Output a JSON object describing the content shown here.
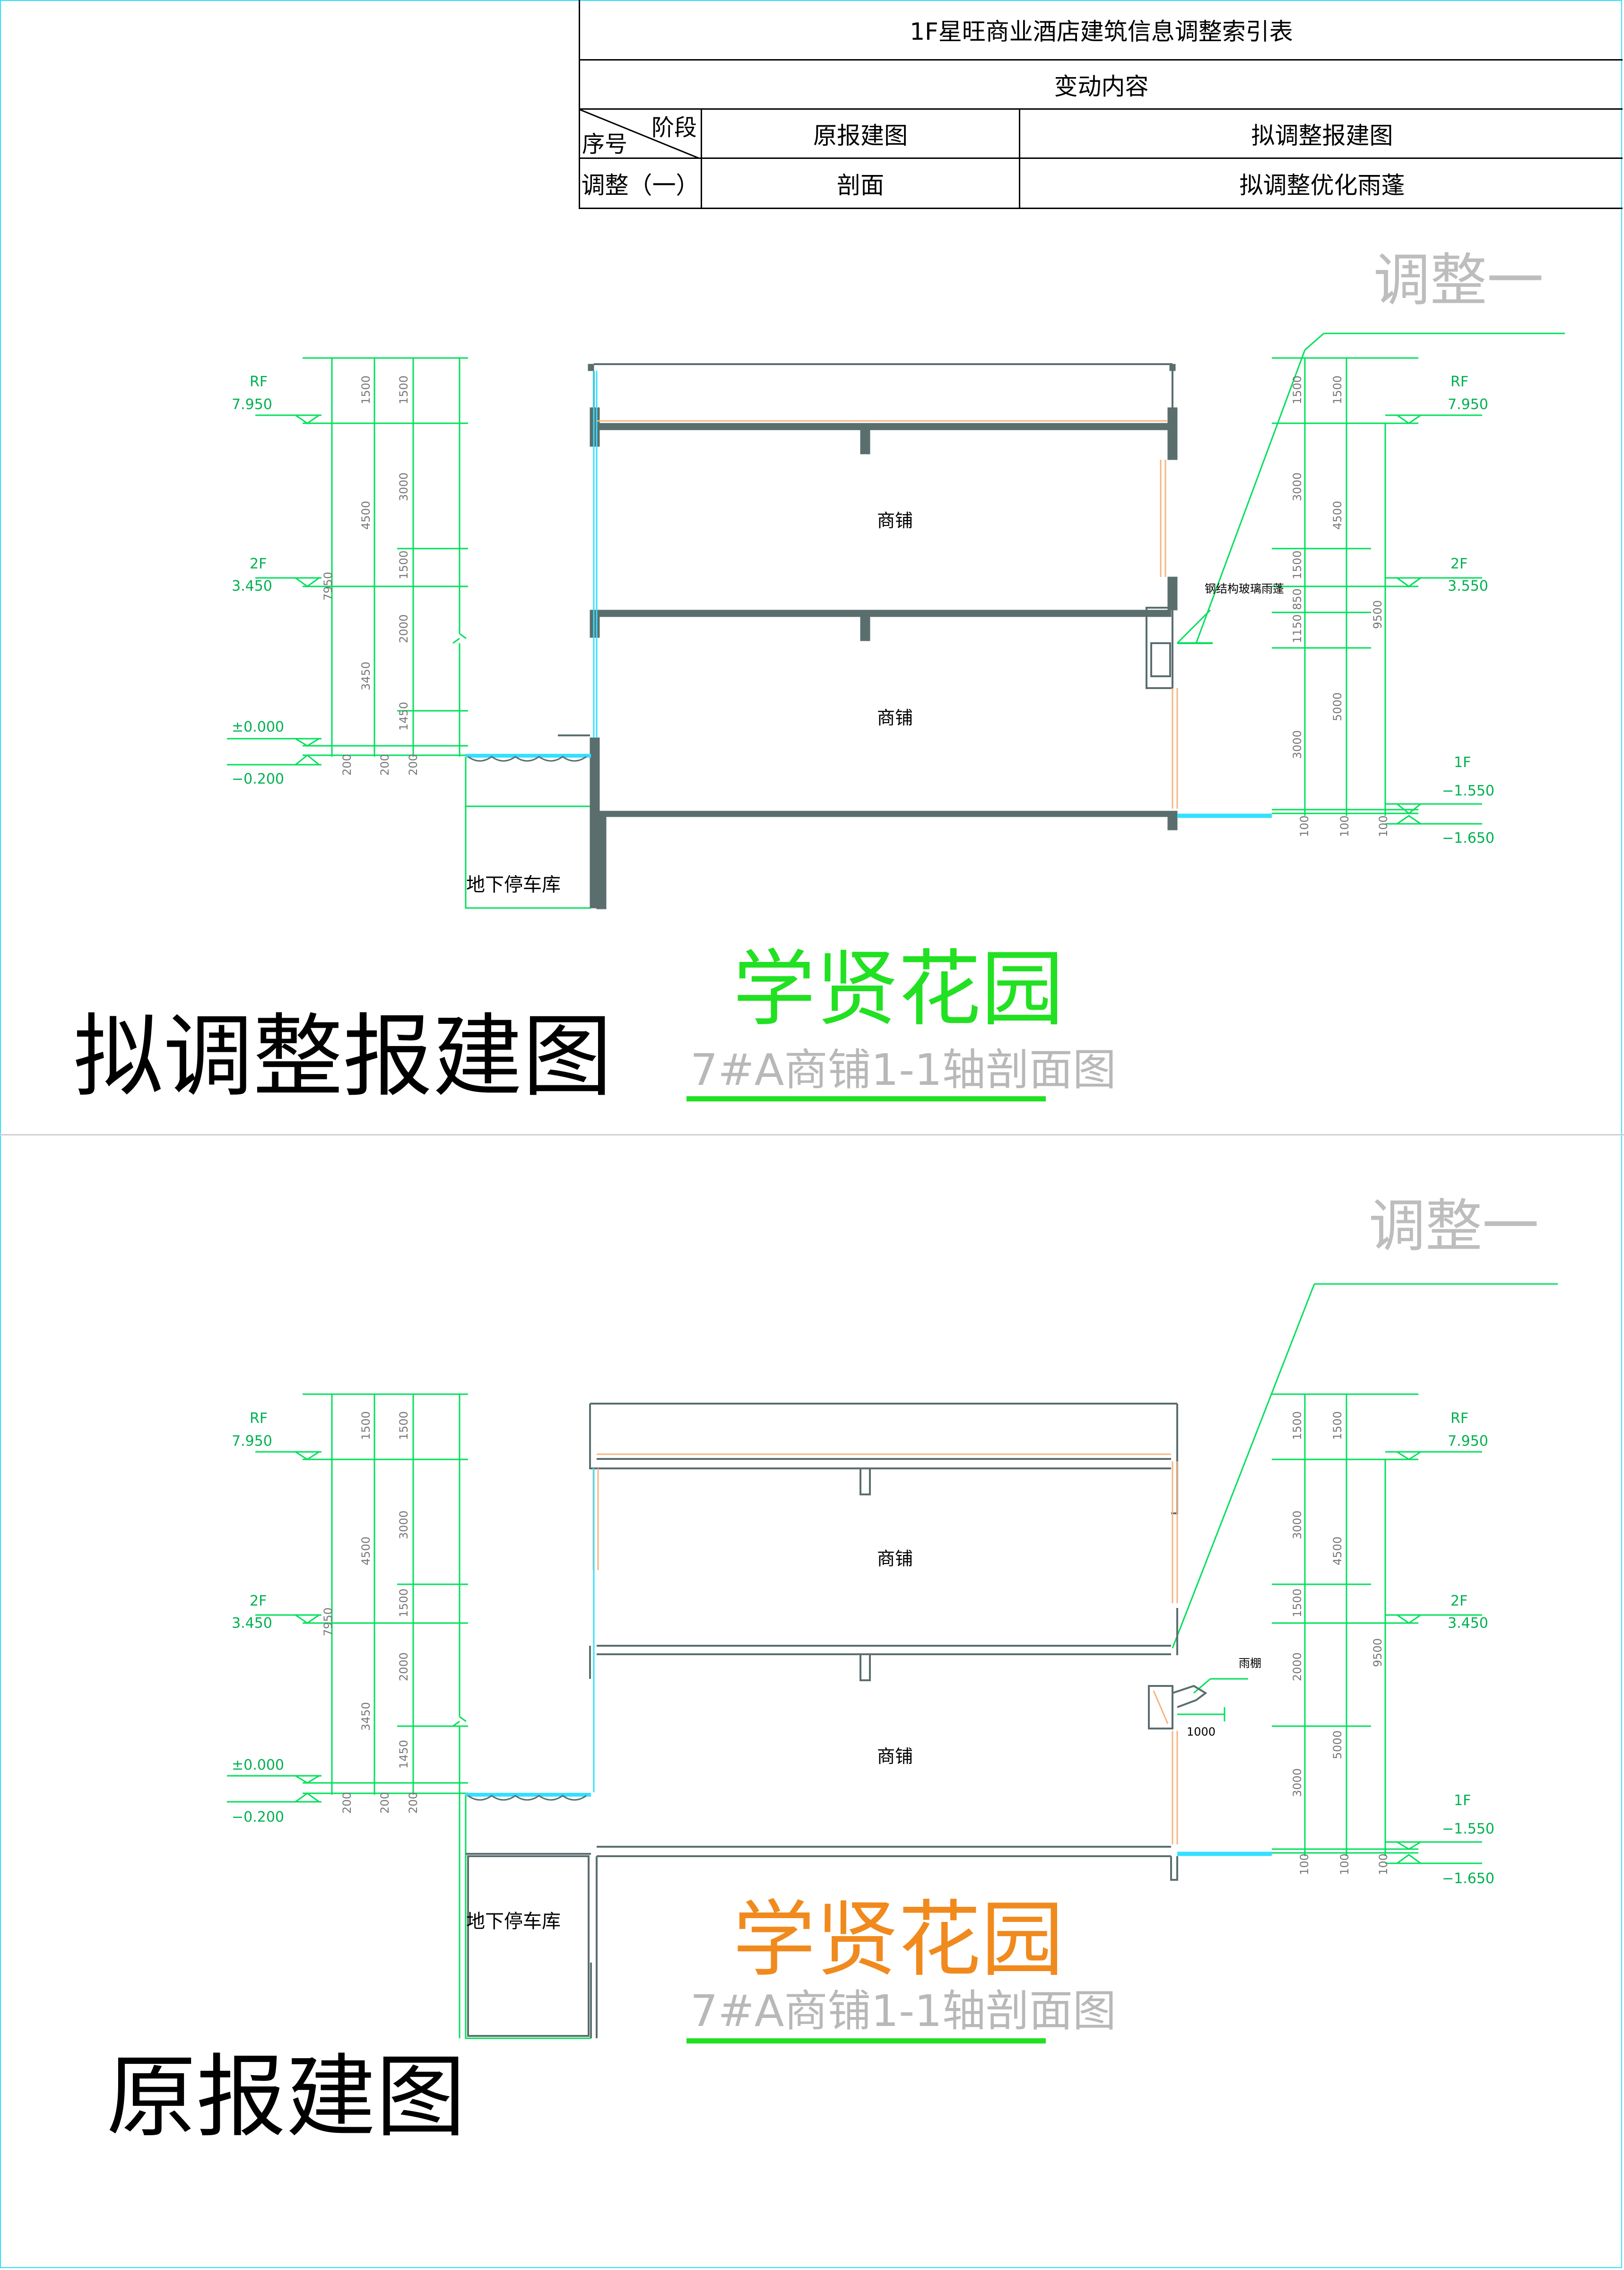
{
  "table": {
    "title": "1F星旺商业酒店建筑信息调整索引表",
    "section_header": "变动内容",
    "col_stage": "阶段",
    "col_seq": "序号",
    "col_original": "原报建图",
    "col_proposed": "拟调整报建图",
    "row_label": "调整（一）",
    "row_original": "剖面",
    "row_proposed": "拟调整优化雨蓬"
  },
  "top": {
    "heading": "拟调整报建图",
    "tag": "调整一",
    "project": "学贤花园",
    "drawing": "7#A商铺1-1轴剖面图",
    "room_upper": "商铺",
    "room_lower": "商铺",
    "basement": "地下停车库",
    "canopy_note": "钢结构玻璃雨蓬",
    "left_levels": [
      {
        "name": "RF",
        "elev": "7.950"
      },
      {
        "name": "2F",
        "elev": "3.450"
      },
      {
        "name": "",
        "elev": "±0.000"
      },
      {
        "name": "",
        "elev": "−0.200"
      }
    ],
    "right_levels": [
      {
        "name": "RF",
        "elev": "7.950"
      },
      {
        "name": "2F",
        "elev": "3.550"
      },
      {
        "name": "1F",
        "elev": "−1.550"
      },
      {
        "name": "",
        "elev": "−1.650"
      }
    ],
    "left_dims": [
      "1500",
      "1500",
      "3000",
      "4500",
      "1500",
      "7950",
      "2000",
      "3450",
      "1450",
      "200",
      "200",
      "200"
    ],
    "right_dims": [
      "1500",
      "1500",
      "3000",
      "4500",
      "1500",
      "850",
      "1150",
      "9500",
      "5000",
      "3000",
      "100",
      "100",
      "100"
    ]
  },
  "bottom": {
    "heading": "原报建图",
    "tag": "调整一",
    "project": "学贤花园",
    "drawing": "7#A商铺1-1轴剖面图",
    "room_upper": "商铺",
    "room_lower": "商铺",
    "basement": "地下停车库",
    "canopy_note": "雨棚",
    "canopy_dim": "1000",
    "left_levels": [
      {
        "name": "RF",
        "elev": "7.950"
      },
      {
        "name": "2F",
        "elev": "3.450"
      },
      {
        "name": "",
        "elev": "±0.000"
      },
      {
        "name": "",
        "elev": "−0.200"
      }
    ],
    "right_levels": [
      {
        "name": "RF",
        "elev": "7.950"
      },
      {
        "name": "2F",
        "elev": "3.450"
      },
      {
        "name": "1F",
        "elev": "−1.550"
      },
      {
        "name": "",
        "elev": "−1.650"
      }
    ],
    "left_dims": [
      "1500",
      "1500",
      "3000",
      "4500",
      "1500",
      "7950",
      "2000",
      "3450",
      "1450",
      "200",
      "200",
      "200"
    ],
    "right_dims": [
      "1500",
      "1500",
      "3000",
      "4500",
      "1500",
      "2000",
      "9500",
      "5000",
      "3000",
      "100",
      "100",
      "100"
    ]
  },
  "colors": {
    "dim_line": "#00e05a",
    "wall": "#5a6e6e",
    "glass": "#33e0ff",
    "finish": "#f4b482",
    "green_title": "#22e022",
    "orange_title": "#f08a1e"
  }
}
